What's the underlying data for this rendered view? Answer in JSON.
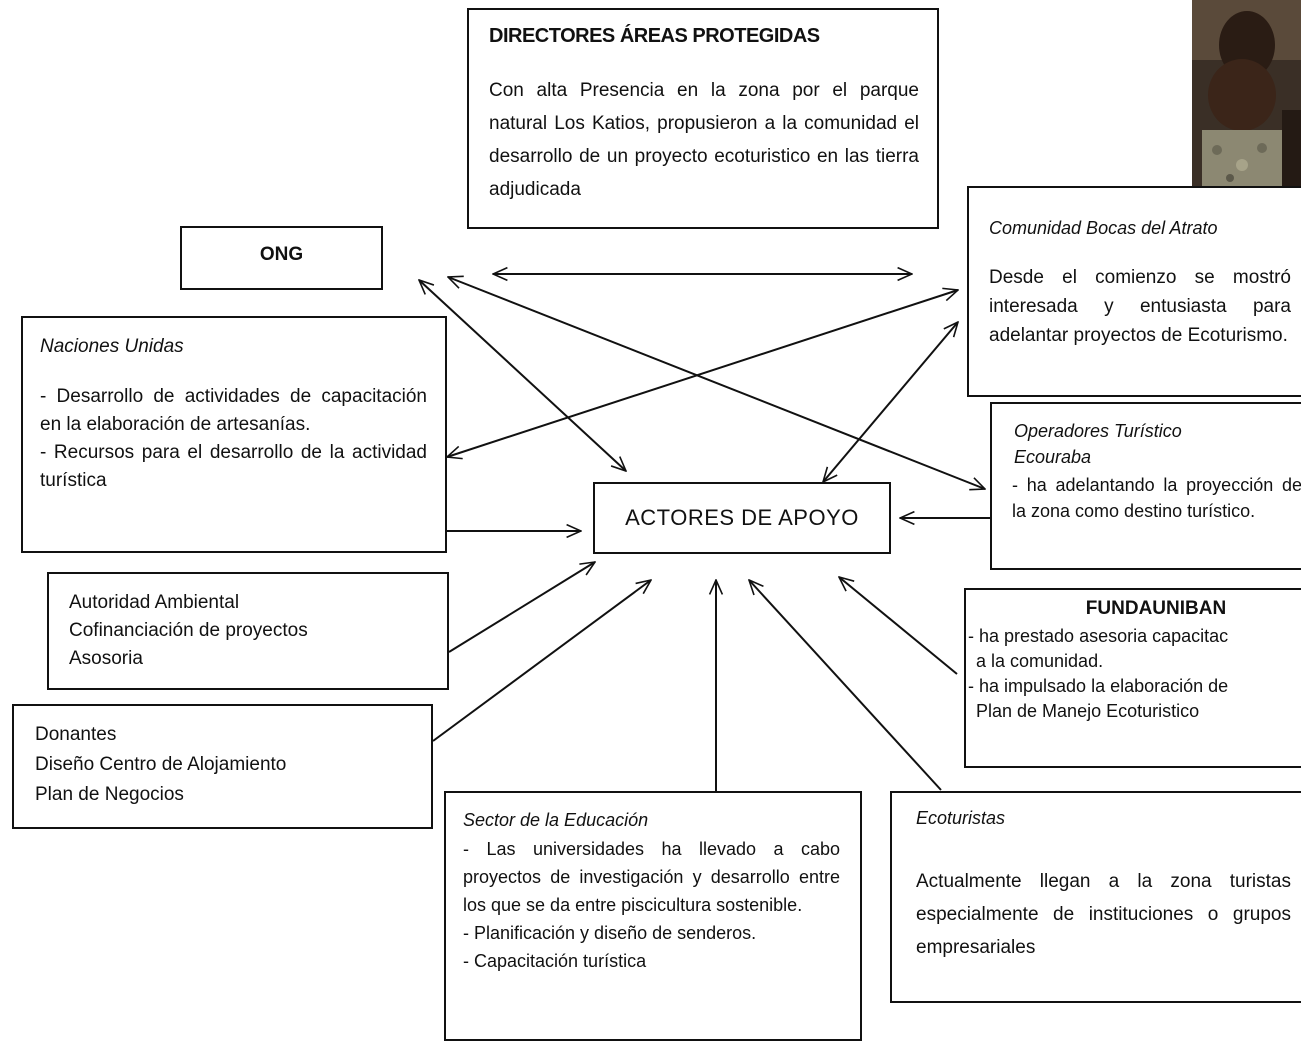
{
  "directores": {
    "title": "DIRECTORES ÁREAS PROTEGIDAS",
    "body": "Con alta Presencia en la zona por el parque natural Los Katios, propusieron a la comunidad el desarrollo de un proyecto ecoturistico en las tierra adjudicada"
  },
  "ong": {
    "title": "ONG"
  },
  "comunidad": {
    "title": "Comunidad Bocas del Atrato",
    "body": "Desde el comienzo se mostró interesada y entusiasta para adelantar proyectos de Ecoturismo."
  },
  "naciones": {
    "title": "Naciones Unidas",
    "items": [
      "- Desarrollo de actividades de capacitación en la elaboración de artesanías.",
      "- Recursos para el desarrollo de la actividad turística"
    ]
  },
  "operadores": {
    "title_1": "Operadores Turístico",
    "title_2": "Ecouraba",
    "body": "- ha adelantando la proyección de la zona como destino turístico."
  },
  "actores": {
    "title": "ACTORES DE APOYO"
  },
  "autoridad": {
    "lines": [
      "Autoridad Ambiental",
      "Cofinanciación de proyectos",
      "Asosoria"
    ]
  },
  "fundauniban": {
    "title": "FUNDAUNIBAN",
    "item_1a": "- ha prestado asesoria capacitac",
    "item_1b": "a la comunidad.",
    "item_2a": "- ha impulsado la elaboración de",
    "item_2b": "Plan de Manejo Ecoturistico"
  },
  "donantes": {
    "lines": [
      "Donantes",
      "Diseño Centro de Alojamiento",
      "Plan de Negocios"
    ]
  },
  "educacion": {
    "title": "Sector de la Educación",
    "body": "- Las universidades ha llevado a cabo proyectos de investigación y desarrollo entre los que se da entre piscicultura sostenible.",
    "items": [
      "- Planificación y diseño de senderos.",
      "- Capacitación turística"
    ]
  },
  "ecoturistas": {
    "title": "Ecoturistas",
    "body": "Actualmente llegan a la zona turistas especialmente de instituciones o grupos empresariales"
  },
  "colors": {
    "line": "#111111",
    "background": "#ffffff"
  }
}
